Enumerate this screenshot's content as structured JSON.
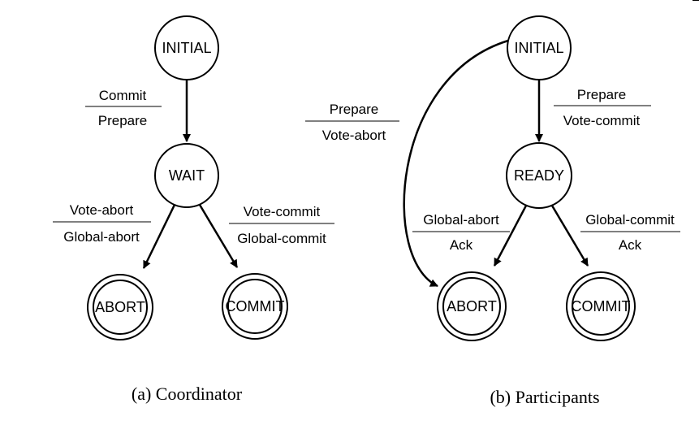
{
  "colors": {
    "stroke": "#000000",
    "background": "#ffffff"
  },
  "coordinator": {
    "caption": "(a) Coordinator",
    "states": {
      "initial": "INITIAL",
      "wait": "WAIT",
      "abort": "ABORT",
      "commit": "COMMIT"
    },
    "transitions": {
      "initial_to_wait": {
        "input": "Commit",
        "output": "Prepare"
      },
      "wait_to_abort": {
        "input": "Vote-abort",
        "output": "Global-abort"
      },
      "wait_to_commit": {
        "input": "Vote-commit",
        "output": "Global-commit"
      }
    }
  },
  "participants": {
    "caption": "(b) Participants",
    "states": {
      "initial": "INITIAL",
      "ready": "READY",
      "abort": "ABORT",
      "commit": "COMMIT"
    },
    "transitions": {
      "initial_to_abort": {
        "input": "Prepare",
        "output": "Vote-abort"
      },
      "initial_to_ready": {
        "input": "Prepare",
        "output": "Vote-commit"
      },
      "ready_to_abort": {
        "input": "Global-abort",
        "output": "Ack"
      },
      "ready_to_commit": {
        "input": "Global-commit",
        "output": "Ack"
      }
    }
  }
}
